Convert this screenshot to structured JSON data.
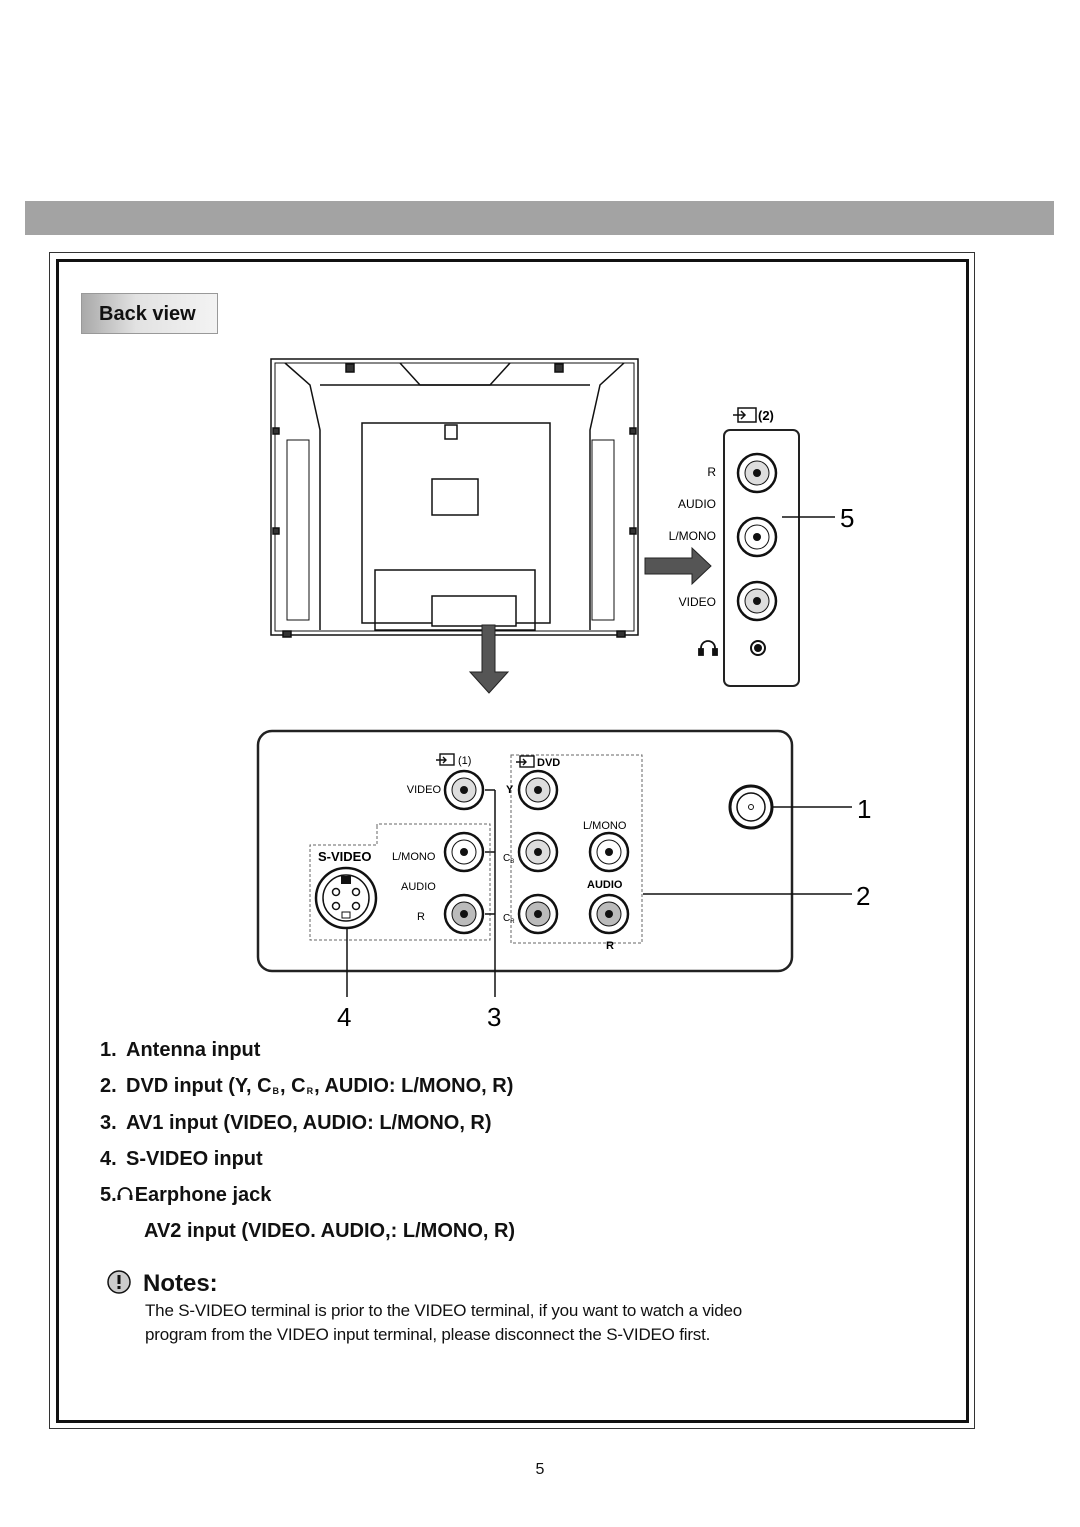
{
  "header_bar": "",
  "back_view_label": "Back view",
  "side_panel": {
    "title_num": "(2)",
    "labels": [
      "R",
      "AUDIO",
      "L/MONO",
      "VIDEO"
    ]
  },
  "bottom_panel": {
    "av1_title": "(1)",
    "dvd_title": "DVD",
    "video_label": "VIDEO",
    "svideo_label": "S-VIDEO",
    "lmono_label": "L/MONO",
    "audio_label": "AUDIO",
    "r_label": "R",
    "y_label": "Y",
    "cb_main": "C",
    "cb_sub": "B",
    "cr_main": "C",
    "cr_sub": "R",
    "dvd_lmono_label": "L/MONO",
    "dvd_audio_label": "AUDIO",
    "dvd_r_label": "R"
  },
  "callouts": [
    "1",
    "2",
    "3",
    "4",
    "5"
  ],
  "items": [
    {
      "num": "1.",
      "text": "Antenna input"
    },
    {
      "num": "2.",
      "pre": "DVD input (Y, C",
      "sub1": "B",
      "mid": ", C",
      "sub2": "R",
      "post": ", AUDIO: L/MONO, R)"
    },
    {
      "num": "3.",
      "text": "AV1 input (VIDEO, AUDIO: L/MONO, R)"
    },
    {
      "num": "4.",
      "text": "S-VIDEO input"
    },
    {
      "num": "5.",
      "text": "Earphone jack"
    },
    {
      "num": "",
      "text": "AV2 input (VIDEO. AUDIO,: L/MONO, R)"
    }
  ],
  "notes": {
    "title": "Notes:",
    "body": "The S-VIDEO terminal is prior to the VIDEO terminal, if you want to watch a video program from the VIDEO input terminal, please disconnect the S-VIDEO first."
  },
  "page_number": "5",
  "icons": [
    "input-icon",
    "headphone-icon",
    "notes-warning-icon"
  ],
  "colors": {
    "header_bar": "#a3a3a3",
    "arrow": "#555555"
  }
}
